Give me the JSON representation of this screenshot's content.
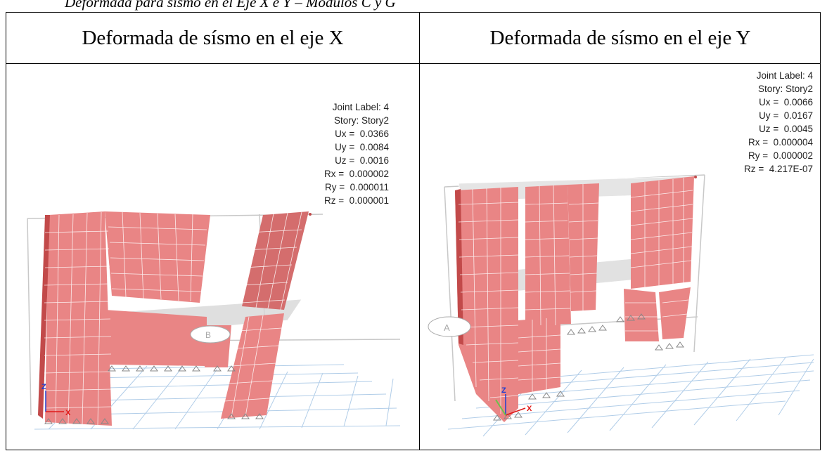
{
  "caption": "Deformada para sismo en el Eje X e Y – Modulos C y G",
  "table": {
    "headers": [
      "Deformada de sísmo en el eje X",
      "Deformada de sísmo en el eje Y"
    ]
  },
  "panels": [
    {
      "joint_info": [
        "Joint Label: 4",
        "Story: Story2",
        "Ux =  0.0366",
        "Uy =  0.0084",
        "Uz =  0.0016",
        "Rx =  0.000002",
        "Ry =  0.000011",
        "Rz =  0.000001"
      ],
      "grid_bubble": "B",
      "axis_labels": {
        "z": "Z",
        "x": "X"
      }
    },
    {
      "joint_info": [
        "Joint Label: 4",
        "Story: Story2",
        "Ux =  0.0066",
        "Uy =  0.0167",
        "Uz =  0.0045",
        "Rx =  0.000004",
        "Ry =  0.000002",
        "Rz =  4.217E-07"
      ],
      "grid_bubble": "A",
      "axis_labels": {
        "z": "Z",
        "x": "X"
      }
    }
  ],
  "colors": {
    "wall_fill": "#e98585",
    "wall_dark": "#c24a4a",
    "mesh": "#ffffff",
    "grid": "#a9c8e6",
    "slab": "#c9c9c9",
    "z_axis": "#1f3fd0",
    "x_axis": "#e01a1a"
  }
}
